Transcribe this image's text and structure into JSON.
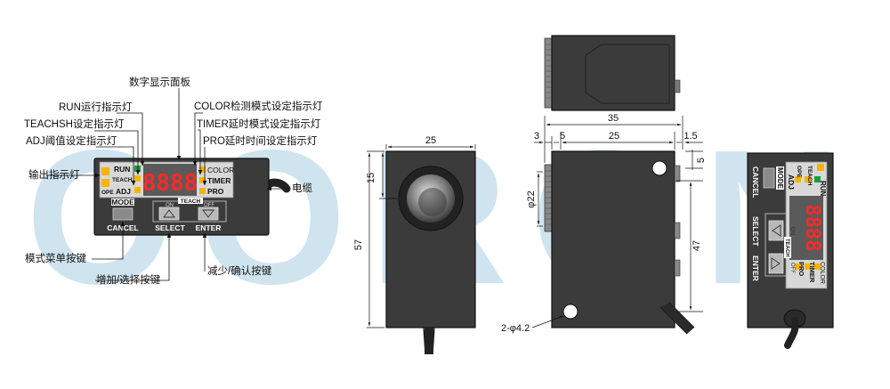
{
  "watermark": "OORON",
  "callouts": {
    "display_panel": "数字显示面板",
    "run_indicator": "RUN运行指示灯",
    "teachsh_indicator": "TEACHSH设定指示灯",
    "adj_indicator": "ADJ阈值设定指示灯",
    "output_indicator": "输出指示灯",
    "mode_menu_key": "模式菜单按键",
    "increase_select_key": "增加/选择按键",
    "color_indicator": "COLOR检测模式设定指示灯",
    "timer_indicator": "TIMER延时模式设定指示灯",
    "pro_indicator": "PRO延时时间设定指示灯",
    "cable": "电缆",
    "decrease_confirm_key": "减少/确认按键"
  },
  "panel": {
    "run": "RUN",
    "teach": "TEACH",
    "ope": "OPE",
    "adj": "ADJ",
    "digits": "8888",
    "color": "COLOR",
    "timer": "TIMER",
    "pro": "PRO",
    "mode": "MODE",
    "teach_switch": "TEACH",
    "on": "ON",
    "off": "OFF",
    "cancel": "CANCEL",
    "select": "SELECT",
    "enter": "ENTER"
  },
  "dimensions": {
    "front_width": "25",
    "front_lens_offset": "15",
    "front_height": "57",
    "side_total": "35",
    "side_a": "3",
    "side_b": "5",
    "side_c": "25",
    "side_d": "1.5",
    "side_e": "5",
    "side_diameter": "φ22",
    "side_height": "47",
    "hole": "2-φ4.2"
  },
  "colors": {
    "housing": "#3a3a3a",
    "panel": "#d9d9d9",
    "led_red": "#ff2a2a",
    "indicator_yellow": "#f5b400",
    "indicator_green": "#1a9e3a",
    "watermark": "#cfe4ef"
  }
}
